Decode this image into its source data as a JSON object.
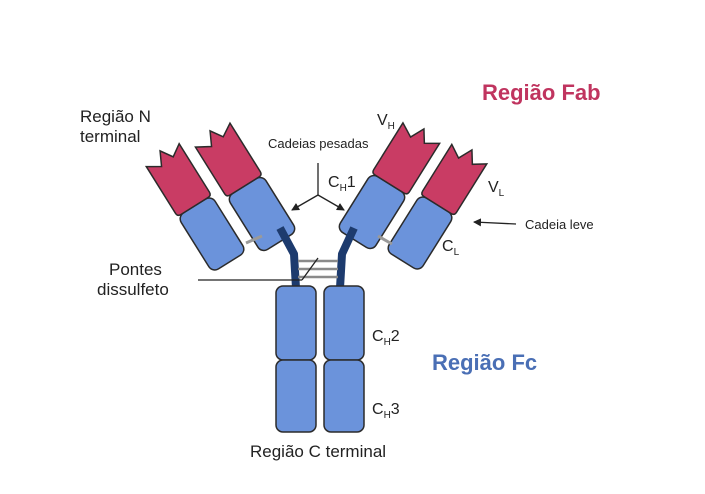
{
  "title_fab": "Região Fab",
  "title_fc": "Região Fc",
  "labels": {
    "n_terminal_line1": "Região N",
    "n_terminal_line2": "terminal",
    "heavy_chains": "Cadeias pesadas",
    "light_chain": "Cadeia leve",
    "disulfide_line1": "Pontes",
    "disulfide_line2": "dissulfeto",
    "c_terminal": "Região C terminal"
  },
  "domains": {
    "vh": {
      "main": "V",
      "sub": "H",
      "suffix": ""
    },
    "vl": {
      "main": "V",
      "sub": "L",
      "suffix": ""
    },
    "ch1": {
      "main": "C",
      "sub": "H",
      "suffix": "1"
    },
    "cl": {
      "main": "C",
      "sub": "L",
      "suffix": ""
    },
    "ch2": {
      "main": "C",
      "sub": "H",
      "suffix": "2"
    },
    "ch3": {
      "main": "C",
      "sub": "H",
      "suffix": "3"
    }
  },
  "colors": {
    "variable": "#c93c64",
    "constant": "#6b93db",
    "hinge": "#1d3b6e",
    "outline": "#2b2b2b",
    "fab_title": "#c0345f",
    "fc_title": "#4a6fb5"
  }
}
